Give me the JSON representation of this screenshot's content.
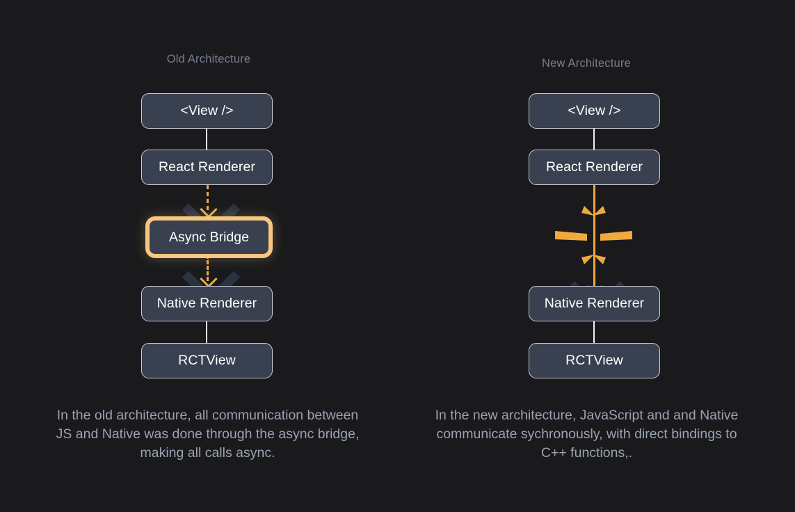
{
  "background_color": "#1a1a1c",
  "accent_color": "#f0a93c",
  "highlight_border_color": "#f6c77e",
  "node_fill_color": "#39404f",
  "node_border_color": "#c9cdd6",
  "title_color": "#787f91",
  "caption_color": "#9aa2b3",
  "diagram_data": {
    "type": "flow-comparison",
    "columns": [
      {
        "id": "old",
        "title": "Old Architecture",
        "nodes": [
          {
            "label": "<View />",
            "highlight": false
          },
          {
            "label": "React Renderer",
            "highlight": false
          },
          {
            "label": "Async Bridge",
            "highlight": true
          },
          {
            "label": "Native Renderer",
            "highlight": false
          },
          {
            "label": "RCTView",
            "highlight": false
          }
        ],
        "connectors": [
          {
            "from": "<View />",
            "to": "React Renderer",
            "style": "solid-white"
          },
          {
            "from": "React Renderer",
            "to": "Async Bridge",
            "style": "dashed-orange-arrow"
          },
          {
            "from": "Async Bridge",
            "to": "Native Renderer",
            "style": "dashed-orange-arrow"
          },
          {
            "from": "Native Renderer",
            "to": "RCTView",
            "style": "solid-white"
          }
        ],
        "caption": "In the old architecture, all communication between JS and Native was done through the async bridge, making all calls async."
      },
      {
        "id": "new",
        "title": "New Architecture",
        "nodes": [
          {
            "label": "<View />",
            "highlight": false
          },
          {
            "label": "React Renderer",
            "highlight": false
          },
          {
            "label": "Native Renderer",
            "highlight": false
          },
          {
            "label": "RCTView",
            "highlight": false
          }
        ],
        "connectors": [
          {
            "from": "<View />",
            "to": "React Renderer",
            "style": "solid-white"
          },
          {
            "from": "React Renderer",
            "to": "Native Renderer",
            "style": "solid-orange-arrow"
          },
          {
            "from": "Native Renderer",
            "to": "RCTView",
            "style": "solid-white"
          }
        ],
        "burst": {
          "sides": 2,
          "rays_per_side": 3,
          "color": "#f0a93c"
        },
        "caption": "In the new architecture, JavaScript and and Native communicate sychronously, with direct bindings to C++ functions,."
      }
    ]
  }
}
